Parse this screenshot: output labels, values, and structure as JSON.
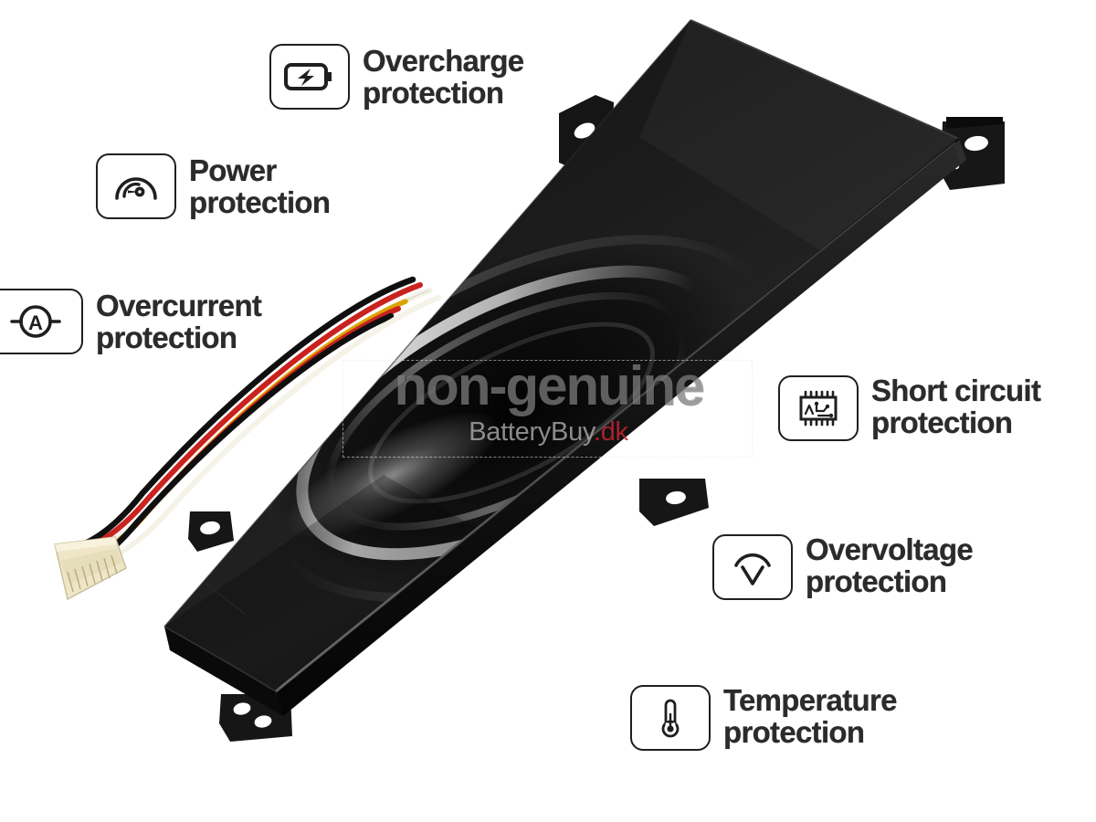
{
  "product": {
    "type": "laptop-battery",
    "body_color": "#0d0d0d",
    "wire_colors": [
      "#c9221f",
      "#111111",
      "#d9a400",
      "#f2efe6"
    ],
    "connector_color": "#efe6c8"
  },
  "watermark": {
    "main_text": "non-genuine",
    "site_name": "BatteryBuy",
    "site_tld": ".dk",
    "main_color": "#969696",
    "tld_color": "#c42430"
  },
  "features": [
    {
      "id": "overcharge",
      "icon": "battery-bolt-icon",
      "label": "Overcharge\nprotection"
    },
    {
      "id": "power",
      "icon": "gauge-icon",
      "label": "Power\nprotection"
    },
    {
      "id": "overcurrent",
      "icon": "ammeter-icon",
      "label": "Overcurrent\nprotection"
    },
    {
      "id": "short-circuit",
      "icon": "chip-icon",
      "label": "Short circuit\nprotection"
    },
    {
      "id": "overvoltage",
      "icon": "voltmeter-arc-icon",
      "label": "Overvoltage\nprotection"
    },
    {
      "id": "temperature",
      "icon": "thermometer-icon",
      "label": "Temperature\nprotection"
    }
  ],
  "colors": {
    "background": "#ffffff",
    "text": "#2b2b2b",
    "icon_stroke": "#1f1f1f"
  }
}
